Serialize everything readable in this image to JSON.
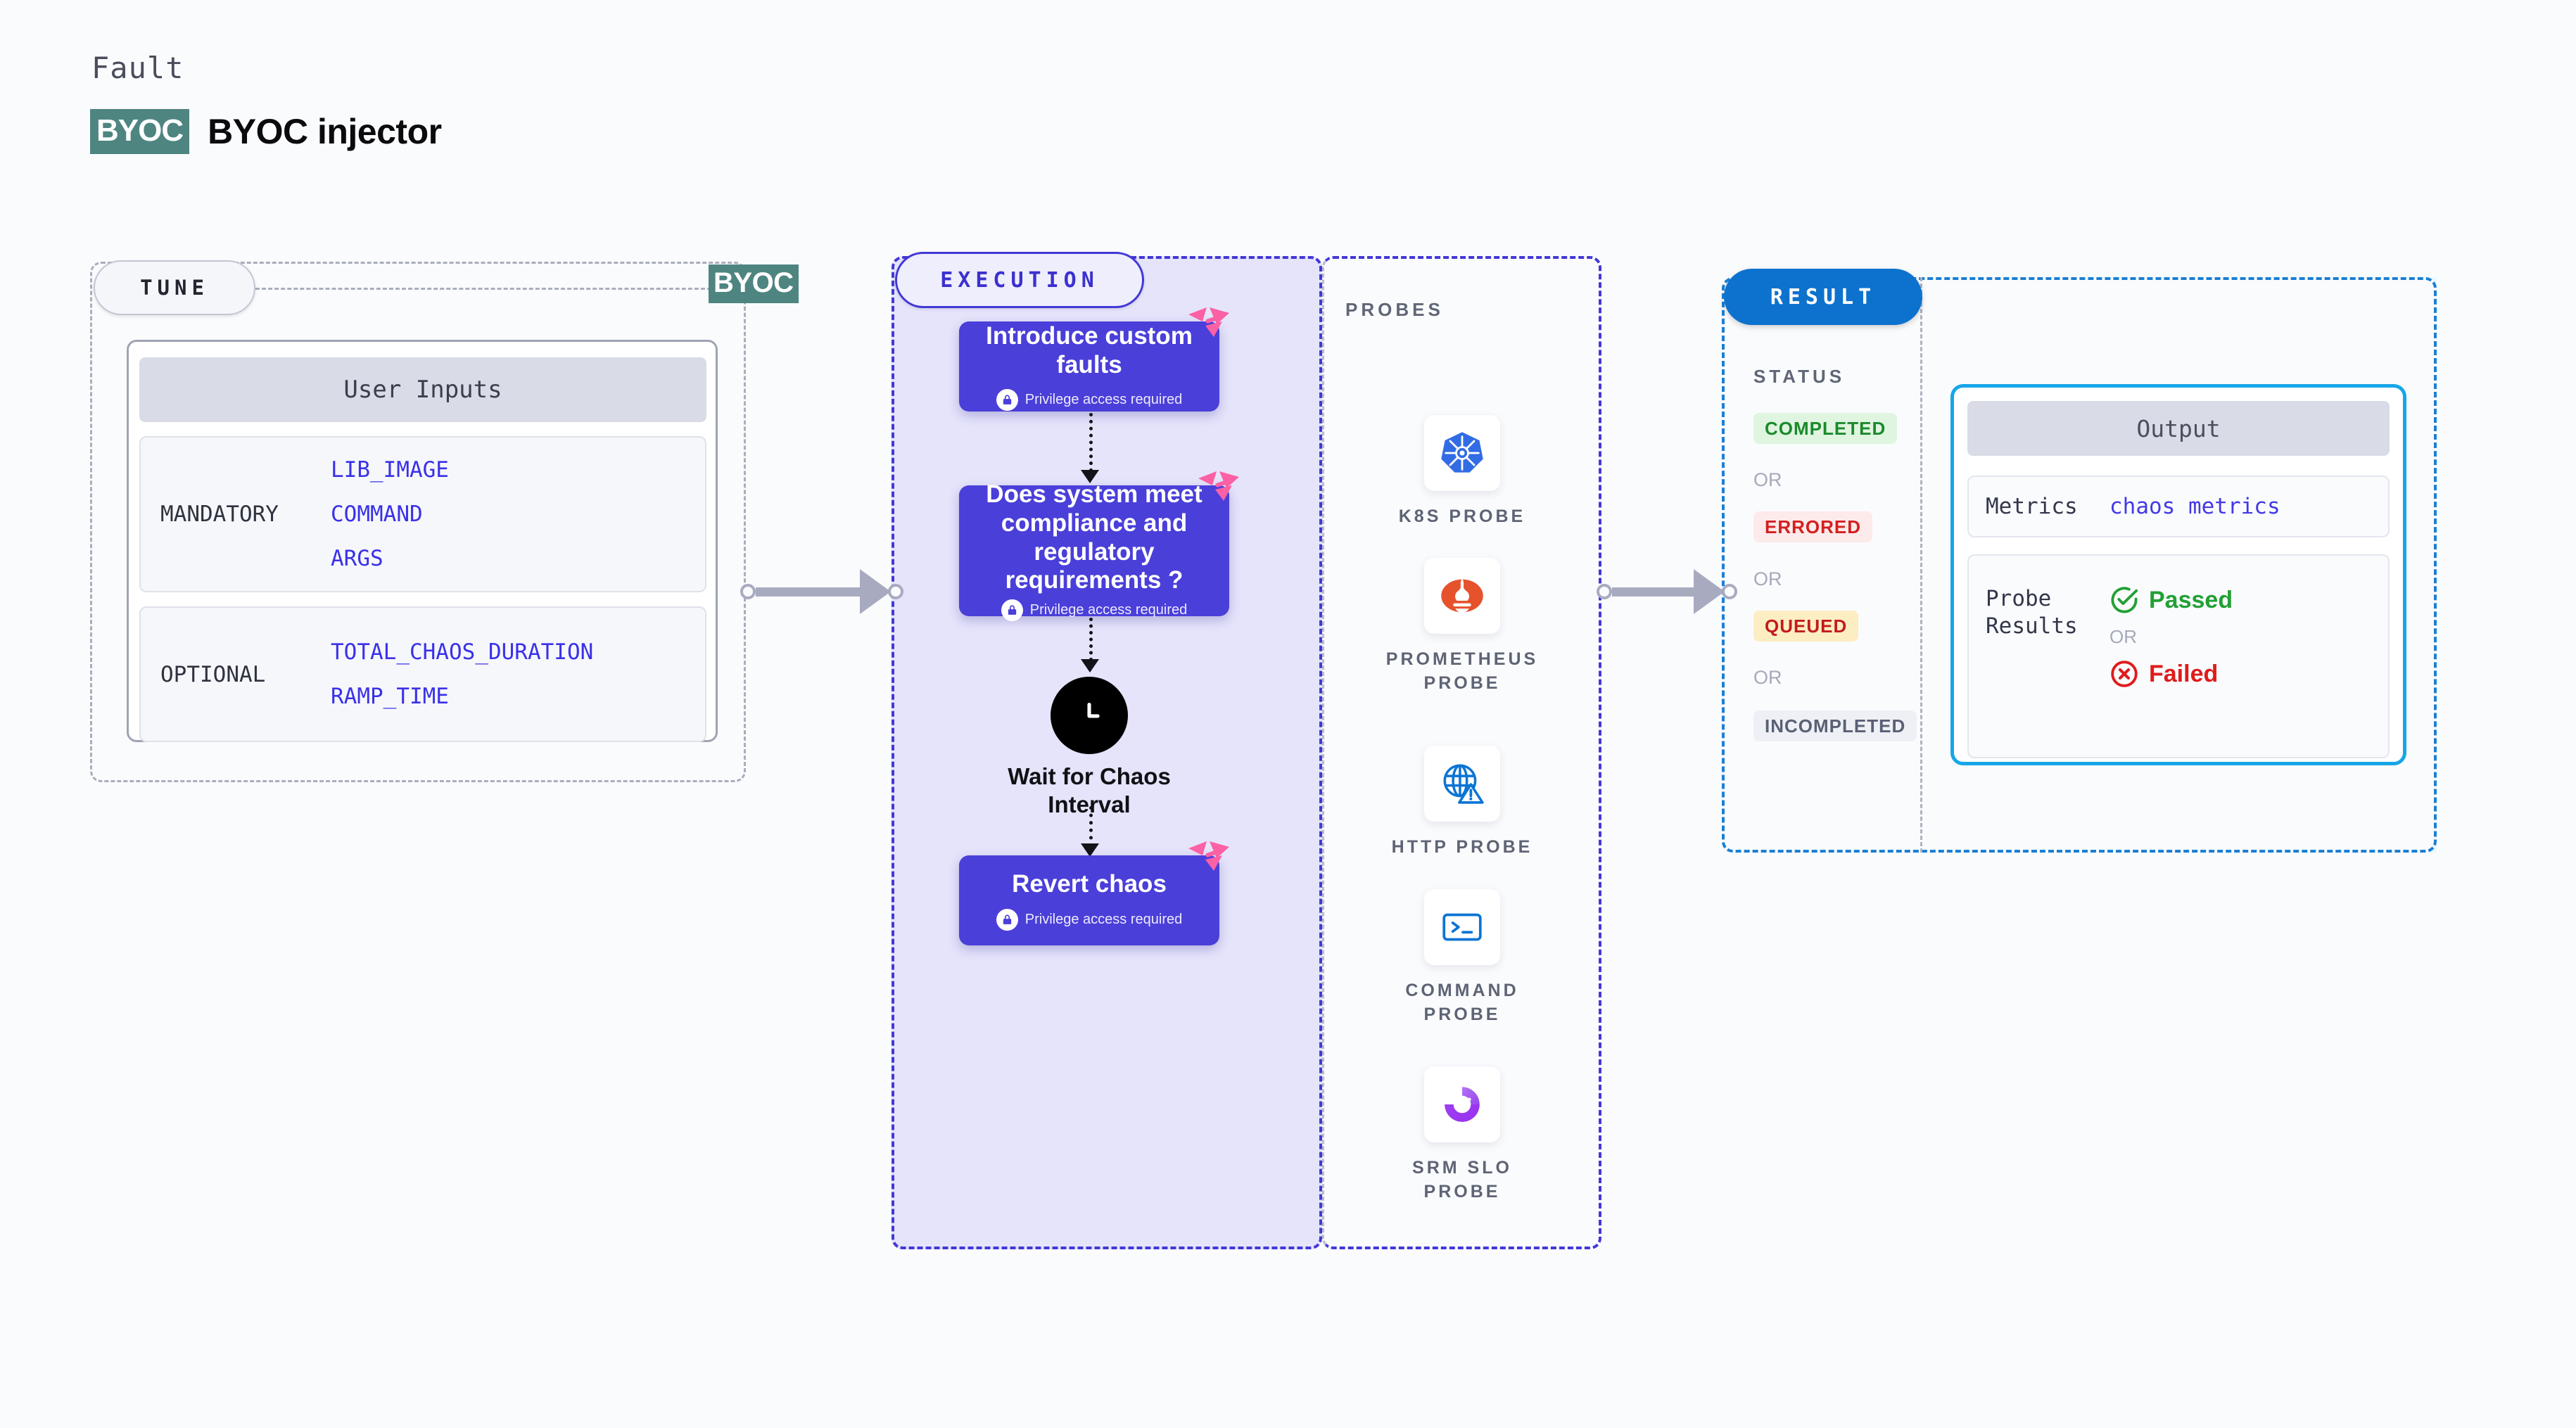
{
  "header": {
    "eyebrow": "Fault",
    "chip": "BYOC",
    "title": "BYOC injector"
  },
  "tune": {
    "tag": "TUNE",
    "badge": "BYOC",
    "card_header": "User Inputs",
    "groups": [
      {
        "label": "MANDATORY",
        "values": [
          "LIB_IMAGE",
          "COMMAND",
          "ARGS"
        ]
      },
      {
        "label": "OPTIONAL",
        "values": [
          "TOTAL_CHAOS_DURATION",
          "RAMP_TIME"
        ]
      }
    ]
  },
  "execution": {
    "tag": "EXECUTION",
    "privilege_note": "Privilege access required",
    "nodes": [
      {
        "title": "Introduce custom faults",
        "privileged": true
      },
      {
        "title": "Does system meet compliance and regulatory requirements ?",
        "privileged": true
      },
      {
        "title": "Wait for Chaos Interval",
        "privileged": false
      },
      {
        "title": "Revert chaos",
        "privileged": true
      }
    ]
  },
  "probes": {
    "label": "PROBES",
    "items": [
      {
        "name": "K8S PROBE",
        "icon": "kubernetes-icon",
        "color": "#326ce5"
      },
      {
        "name": "PROMETHEUS PROBE",
        "icon": "prometheus-icon",
        "color": "#e6522c"
      },
      {
        "name": "HTTP PROBE",
        "icon": "http-globe-icon",
        "color": "#0b74d4"
      },
      {
        "name": "COMMAND PROBE",
        "icon": "terminal-icon",
        "color": "#0b74d4"
      },
      {
        "name": "SRM SLO PROBE",
        "icon": "srm-slo-icon",
        "color": "#9a4df0"
      }
    ]
  },
  "result": {
    "tag": "RESULT",
    "status_label": "STATUS",
    "or_label": "OR",
    "statuses": [
      {
        "label": "COMPLETED",
        "bg": "#dff5e0",
        "fg": "#1b8a2c"
      },
      {
        "label": "ERRORED",
        "bg": "#fdeaea",
        "fg": "#d32020"
      },
      {
        "label": "QUEUED",
        "bg": "#fdedc2",
        "fg": "#c11c1c"
      },
      {
        "label": "INCOMPLETED",
        "bg": "#eef0f6",
        "fg": "#5a6074"
      }
    ],
    "output": {
      "header": "Output",
      "metrics_label": "Metrics",
      "metrics_value": "chaos metrics",
      "probe_results_label": "Probe Results",
      "passed": "Passed",
      "failed": "Failed",
      "or_label": "OR"
    }
  },
  "colors": {
    "node": "#4a3fd9",
    "execution_accent": "#4338d6",
    "result_accent": "#1a7fd4",
    "byoc_teal": "#4e8581",
    "harness_pink": "#fb61a4"
  }
}
